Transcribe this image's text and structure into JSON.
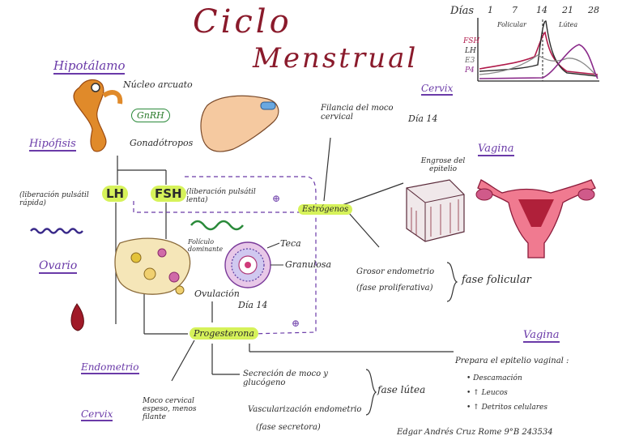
{
  "title": {
    "line1": "Ciclo",
    "line2": "Menstrual"
  },
  "chart": {
    "days_label": "Días",
    "day_ticks": [
      "1",
      "7",
      "14",
      "21",
      "28"
    ],
    "phase_left": "Folicular",
    "phase_right": "Lútea",
    "legend": [
      "FSH",
      "LH",
      "E3",
      "P4"
    ]
  },
  "labels": {
    "hipotalamo": "Hipotálamo",
    "nucleo": "Núcleo arcuato",
    "gnrh": "GnRH",
    "hipofisis": "Hipófisis",
    "gonadotropos": "Gonadótropos",
    "lh": "LH",
    "fsh": "FSH",
    "lib_rapida": "(liberación pulsátil rápida)",
    "lib_lenta": "(liberación pulsátil lenta)",
    "ovario": "Ovario",
    "folic_dominante": "Folículo dominante",
    "teca": "Teca",
    "granulosa": "Granulosa",
    "ovulacion": "Ovulación",
    "dia14_ov": "Día 14",
    "estrogenos": "Estrógenos",
    "progesterona": "Progesterona",
    "cervix_top": "Cervix",
    "filancia": "Filancia del moco cervical",
    "dia14_cervix": "Día 14",
    "engrose": "Engrose del epitelio",
    "vagina_top": "Vagina",
    "grosor": "Grosor endometrio",
    "fase_prolif": "(fase proliferativa)",
    "fase_folicular": "fase folicular",
    "endometrio": "Endometrio",
    "secrecion": "Secreción de moco y glucógeno",
    "vascularizacion": "Vascularización endometrio",
    "fase_secretora": "(fase secretora)",
    "fase_lutea": "fase lútea",
    "cervix_bottom": "Cervix",
    "moco": "Moco cervical espeso, menos filante",
    "vagina_bottom": "Vagina",
    "prepara": "Prepara el epitelio vaginal :",
    "bullet1": "Descamación",
    "bullet2": "Leucos",
    "bullet3": "Detritos celulares",
    "plus": "⊕",
    "signature": "Edgar Andrés Cruz Rome   9°B   243534"
  },
  "colors": {
    "title": "#8a1a2b",
    "purple": "#6a3aa8",
    "highlight": "#d6f25a",
    "fsh": "#b01a4a",
    "lh": "#2a2a2a",
    "e3": "#888888",
    "p4": "#8a2a8a"
  }
}
